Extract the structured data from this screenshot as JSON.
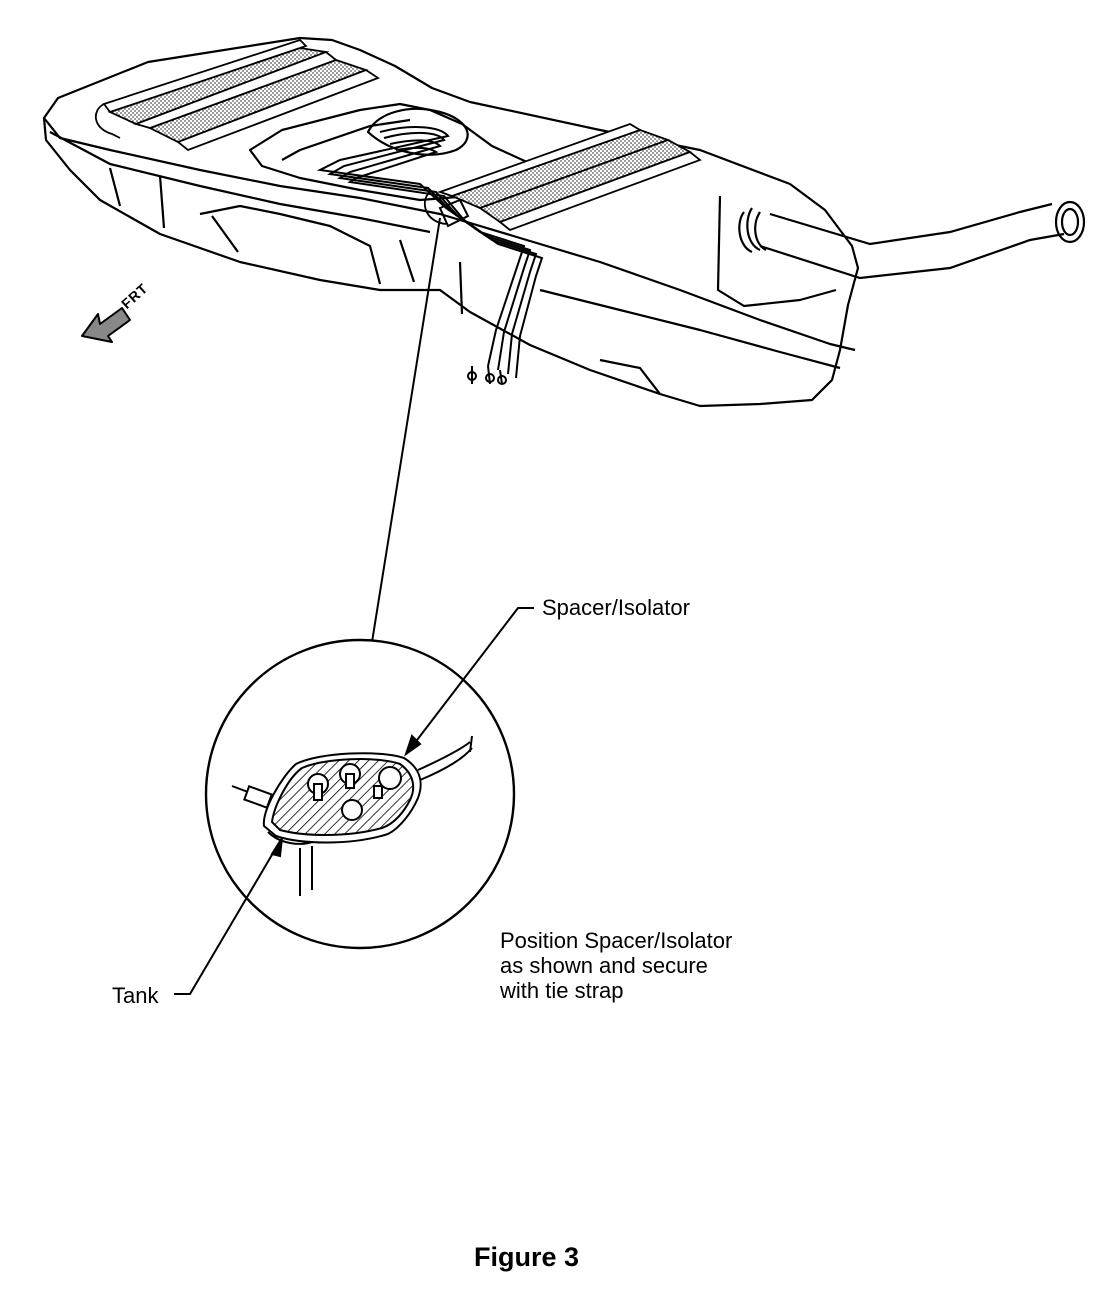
{
  "figure": {
    "caption": "Figure 3"
  },
  "labels": {
    "direction": "FRT",
    "spacer_isolator": "Spacer/Isolator",
    "tank": "Tank",
    "instruction_lines": [
      "Position Spacer/Isolator",
      "as shown and secure",
      "with tie strap"
    ]
  },
  "colors": {
    "ink": "#000000",
    "background": "#ffffff",
    "shading": "#bdbdbd"
  },
  "icons": {
    "direction_arrow": "arrow-left-icon"
  }
}
